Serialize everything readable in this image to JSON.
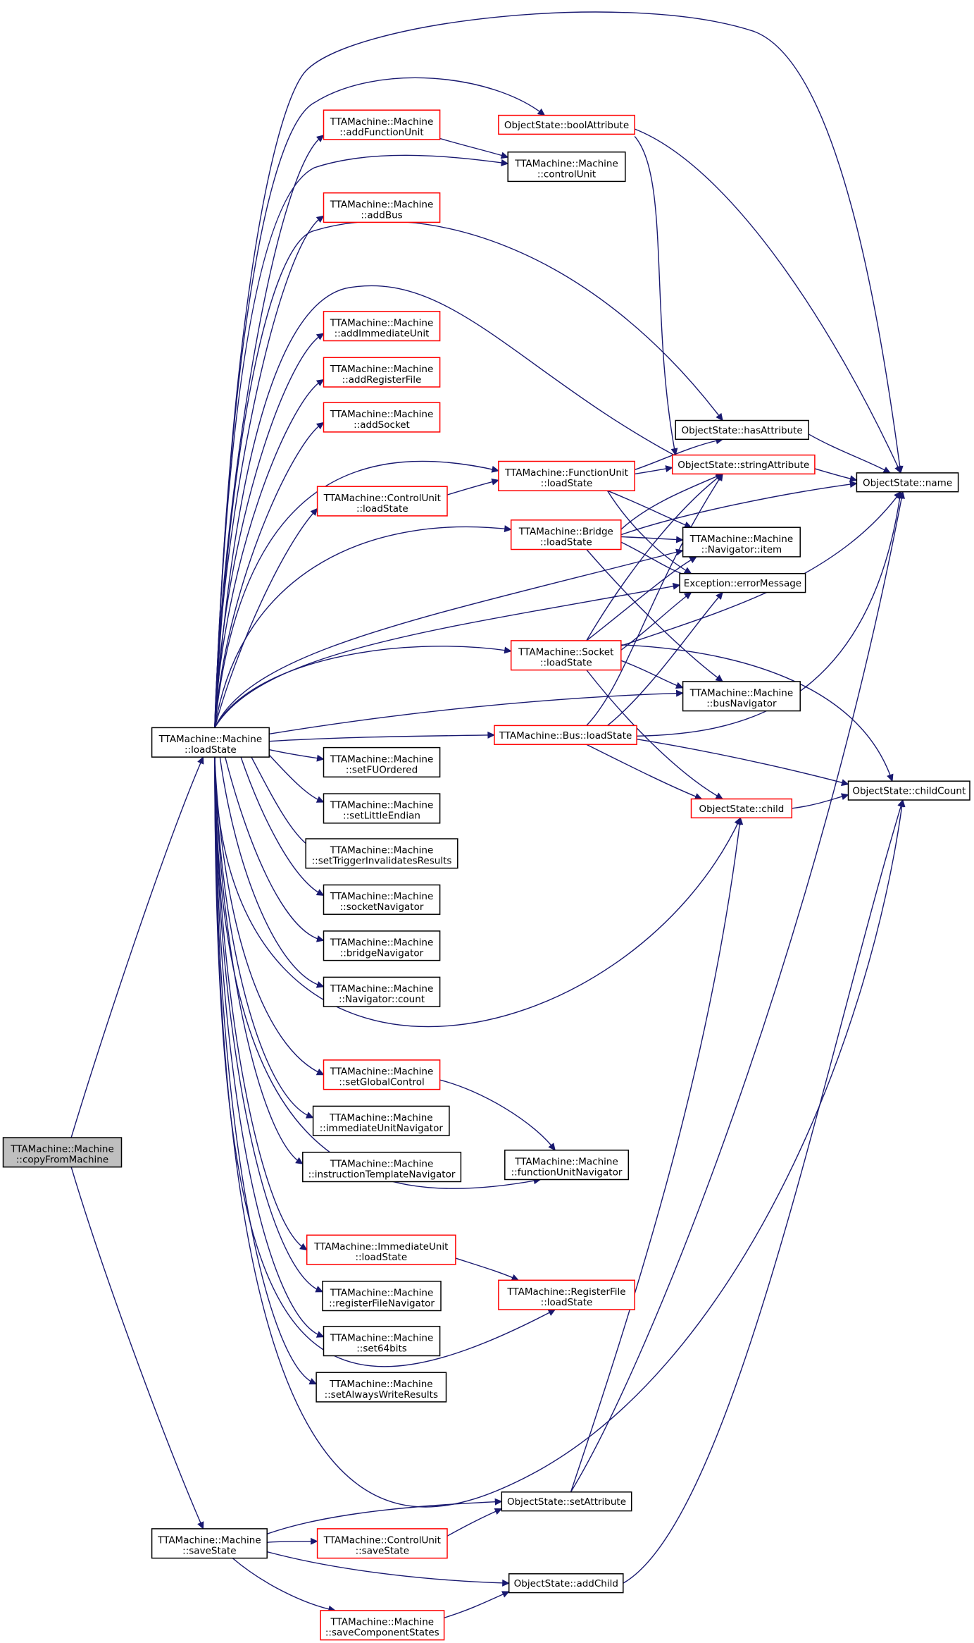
{
  "nodes": {
    "copyFromMachine": {
      "l1": "TTAMachine::Machine",
      "l2": "::copyFromMachine",
      "style": "root"
    },
    "loadState": {
      "l1": "TTAMachine::Machine",
      "l2": "::loadState",
      "style": "black"
    },
    "saveState": {
      "l1": "TTAMachine::Machine",
      "l2": "::saveState",
      "style": "black"
    },
    "addFunctionUnit": {
      "l1": "TTAMachine::Machine",
      "l2": "::addFunctionUnit",
      "style": "red"
    },
    "addBus": {
      "l1": "TTAMachine::Machine",
      "l2": "::addBus",
      "style": "red"
    },
    "addImmediateUnit": {
      "l1": "TTAMachine::Machine",
      "l2": "::addImmediateUnit",
      "style": "red"
    },
    "addRegisterFile": {
      "l1": "TTAMachine::Machine",
      "l2": "::addRegisterFile",
      "style": "red"
    },
    "addSocket": {
      "l1": "TTAMachine::Machine",
      "l2": "::addSocket",
      "style": "red"
    },
    "cuLoadState": {
      "l1": "TTAMachine::ControlUnit",
      "l2": "::loadState",
      "style": "red"
    },
    "setFUOrdered": {
      "l1": "TTAMachine::Machine",
      "l2": "::setFUOrdered",
      "style": "black"
    },
    "setLittleEndian": {
      "l1": "TTAMachine::Machine",
      "l2": "::setLittleEndian",
      "style": "black"
    },
    "setTriggerInvalidatesResults": {
      "l1": "TTAMachine::Machine",
      "l2": "::setTriggerInvalidatesResults",
      "style": "black"
    },
    "socketNavigator": {
      "l1": "TTAMachine::Machine",
      "l2": "::socketNavigator",
      "style": "black"
    },
    "bridgeNavigator": {
      "l1": "TTAMachine::Machine",
      "l2": "::bridgeNavigator",
      "style": "black"
    },
    "navigatorCount": {
      "l1": "TTAMachine::Machine",
      "l2": "::Navigator::count",
      "style": "black"
    },
    "setGlobalControl": {
      "l1": "TTAMachine::Machine",
      "l2": "::setGlobalControl",
      "style": "red"
    },
    "immediateUnitNavigator": {
      "l1": "TTAMachine::Machine",
      "l2": "::immediateUnitNavigator",
      "style": "black"
    },
    "instructionTemplateNavigator": {
      "l1": "TTAMachine::Machine",
      "l2": "::instructionTemplateNavigator",
      "style": "black"
    },
    "iuLoadState": {
      "l1": "TTAMachine::ImmediateUnit",
      "l2": "::loadState",
      "style": "red"
    },
    "registerFileNavigator": {
      "l1": "TTAMachine::Machine",
      "l2": "::registerFileNavigator",
      "style": "black"
    },
    "set64bits": {
      "l1": "TTAMachine::Machine",
      "l2": "::set64bits",
      "style": "black"
    },
    "setAlwaysWriteResults": {
      "l1": "TTAMachine::Machine",
      "l2": "::setAlwaysWriteResults",
      "style": "black"
    },
    "cuSaveState": {
      "l1": "TTAMachine::ControlUnit",
      "l2": "::saveState",
      "style": "red"
    },
    "saveComponentStates": {
      "l1": "TTAMachine::Machine",
      "l2": "::saveComponentStates",
      "style": "red"
    },
    "boolAttribute": {
      "l1": "ObjectState::boolAttribute",
      "l2": "",
      "style": "red"
    },
    "controlUnit": {
      "l1": "TTAMachine::Machine",
      "l2": "::controlUnit",
      "style": "black"
    },
    "fuLoadState": {
      "l1": "TTAMachine::FunctionUnit",
      "l2": "::loadState",
      "style": "red"
    },
    "bridgeLoadState": {
      "l1": "TTAMachine::Bridge",
      "l2": "::loadState",
      "style": "red"
    },
    "socketLoadState": {
      "l1": "TTAMachine::Socket",
      "l2": "::loadState",
      "style": "red"
    },
    "busLoadState": {
      "l1": "TTAMachine::Bus::loadState",
      "l2": "",
      "style": "red"
    },
    "functionUnitNavigator": {
      "l1": "TTAMachine::Machine",
      "l2": "::functionUnitNavigator",
      "style": "black"
    },
    "rfLoadState": {
      "l1": "TTAMachine::RegisterFile",
      "l2": "::loadState",
      "style": "red"
    },
    "setAttribute": {
      "l1": "ObjectState::setAttribute",
      "l2": "",
      "style": "black"
    },
    "addChild": {
      "l1": "ObjectState::addChild",
      "l2": "",
      "style": "black"
    },
    "hasAttribute": {
      "l1": "ObjectState::hasAttribute",
      "l2": "",
      "style": "black"
    },
    "stringAttribute": {
      "l1": "ObjectState::stringAttribute",
      "l2": "",
      "style": "red"
    },
    "navigatorItem": {
      "l1": "TTAMachine::Machine",
      "l2": "::Navigator::item",
      "style": "black"
    },
    "errorMessage": {
      "l1": "Exception::errorMessage",
      "l2": "",
      "style": "black"
    },
    "busNavigator": {
      "l1": "TTAMachine::Machine",
      "l2": "::busNavigator",
      "style": "black"
    },
    "child": {
      "l1": "ObjectState::child",
      "l2": "",
      "style": "red"
    },
    "name": {
      "l1": "ObjectState::name",
      "l2": "",
      "style": "black"
    },
    "childCount": {
      "l1": "ObjectState::childCount",
      "l2": "",
      "style": "black"
    }
  },
  "colors": {
    "edge": "#191970",
    "black_border": "#000000",
    "red_border": "#ff0000",
    "root_fill": "#bfbfbf"
  }
}
